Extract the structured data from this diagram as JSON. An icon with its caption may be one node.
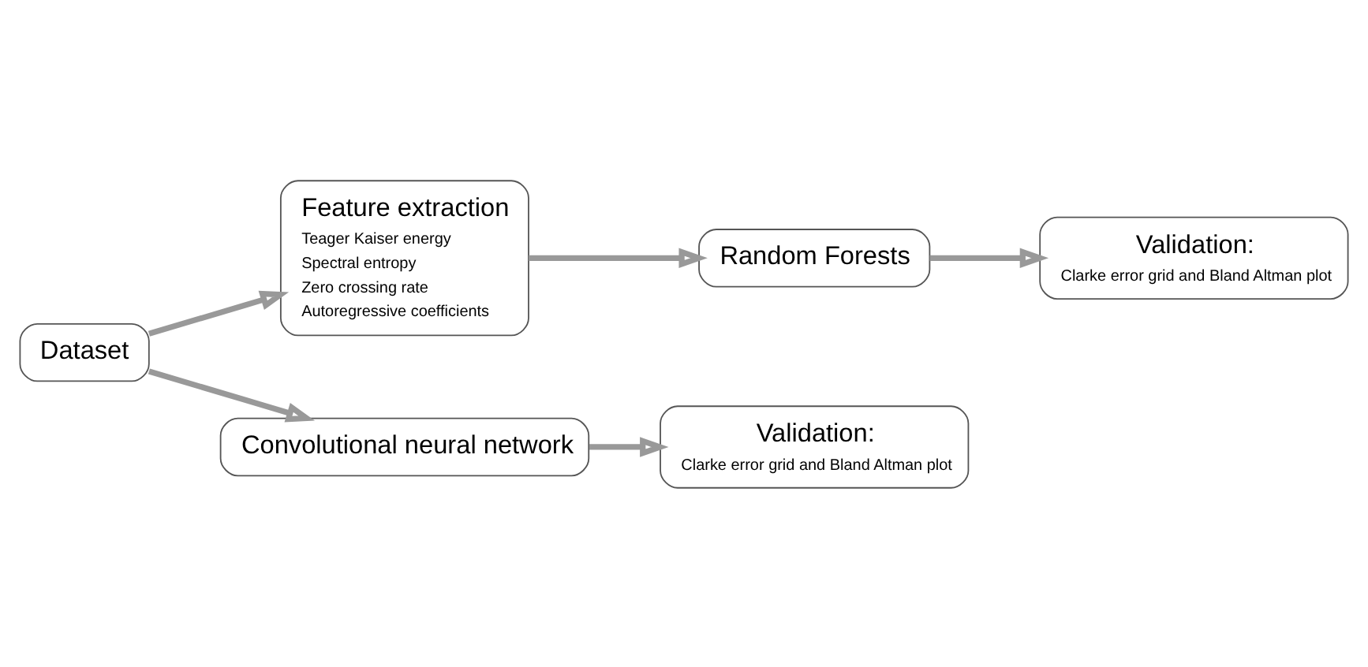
{
  "diagram": {
    "nodes": [
      {
        "text": [
          "Dataset"
        ]
      },
      {
        "text": [
          "Feature extraction",
          "Teager Kaiser energy",
          "Spectral entropy",
          "Zero crossing rate",
          "Autoregressive coefficients"
        ]
      },
      {
        "text": [
          "Random Forests"
        ]
      },
      {
        "text": [
          "Validation:",
          "Clarke error grid and Bland Altman plot"
        ]
      },
      {
        "text": [
          "Convolutional neural network"
        ]
      },
      {
        "text": [
          "Validation:",
          "Clarke error grid and Bland Altman plot"
        ]
      }
    ],
    "edges": [
      {
        "from": 0,
        "to": 1,
        "arrow": "to"
      },
      {
        "from": 1,
        "to": 2,
        "arrow": "to"
      },
      {
        "from": 2,
        "to": 3,
        "arrow": "to"
      },
      {
        "from": 0,
        "to": 4,
        "arrow": "to"
      },
      {
        "from": 4,
        "to": 5,
        "arrow": "to"
      }
    ]
  }
}
